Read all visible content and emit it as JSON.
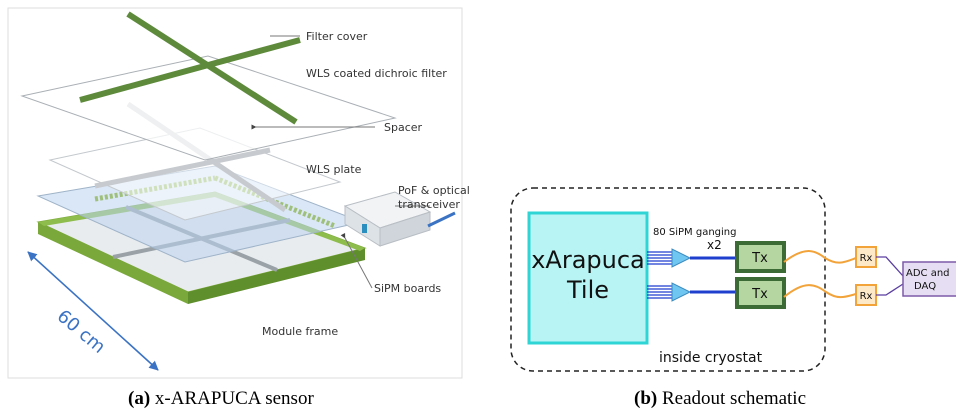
{
  "left_panel": {
    "labels": {
      "filter_cover": "Filter cover",
      "wls_filter": "WLS coated dichroic filter",
      "spacer": "Spacer",
      "wls_plate": "WLS plate",
      "pof_line1": "PoF & optical",
      "pof_line2": "transceiver",
      "sipm_boards": "SiPM boards",
      "module_frame": "Module frame",
      "dimension": "60 cm"
    },
    "caption": {
      "tag": "(a)",
      "text": " x-ARAPUCA sensor"
    }
  },
  "right_panel": {
    "tile_line1": "xArapuca",
    "tile_line2": "Tile",
    "ganging_label": "80 SiPM ganging",
    "multiplier": "x2",
    "tx_label": "Tx",
    "rx_label": "Rx",
    "adc_line1": "ADC and",
    "adc_line2": "DAQ",
    "cryostat_label": "inside cryostat",
    "caption": {
      "tag": "(b)",
      "text": " Readout schematic"
    }
  },
  "colors": {
    "frame_green": "#7aa83a",
    "bar_green": "#5e8a3c",
    "tile_cyan": "#b8f4f4",
    "tile_border": "#2fd5d5",
    "fiber_blue": "#1f3fcf",
    "tx_green_border": "#3d6b35",
    "tx_fill": "#b5d6a0",
    "rx_orange": "#f2a33a",
    "adc_purple": "#7d5aa8",
    "dimension_blue": "#3b73c4"
  }
}
